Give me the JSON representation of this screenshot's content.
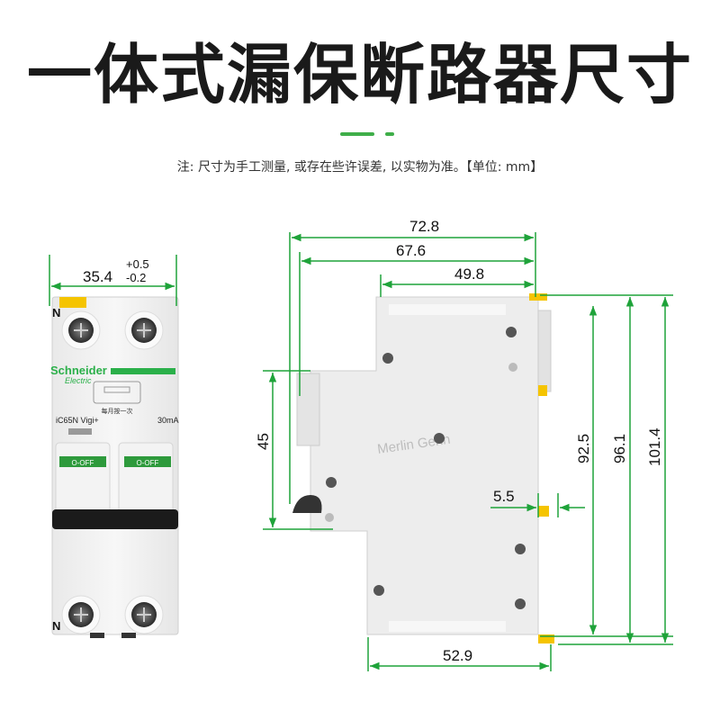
{
  "title": "一体式漏保断路器尺寸",
  "note": "注: 尺寸为手工测量, 或存在些许误差, 以实物为准。【单位: mm】",
  "front_view": {
    "brand": "Schneider",
    "brand_sub": "Electric",
    "test_label": "每月按一次",
    "model": "iC65N Vigi+",
    "rating": "30mA",
    "terminal_top": "N",
    "terminal_bottom": "N",
    "off_label": "O-OFF",
    "width_dim": "35.4",
    "tol_plus": "+0.5",
    "tol_minus": "-0.2"
  },
  "side_view": {
    "brand": "Merlin Gerin",
    "dim_72_8": "72.8",
    "dim_67_6": "67.6",
    "dim_49_8": "49.8",
    "dim_45": "45",
    "dim_5_5": "5.5",
    "dim_92_5": "92.5",
    "dim_96_1": "96.1",
    "dim_101_4": "101.4",
    "dim_52_9": "52.9"
  },
  "colors": {
    "accent": "#3fae49",
    "dim_line": "#1fa33a",
    "brand_green": "#2bb04a"
  }
}
